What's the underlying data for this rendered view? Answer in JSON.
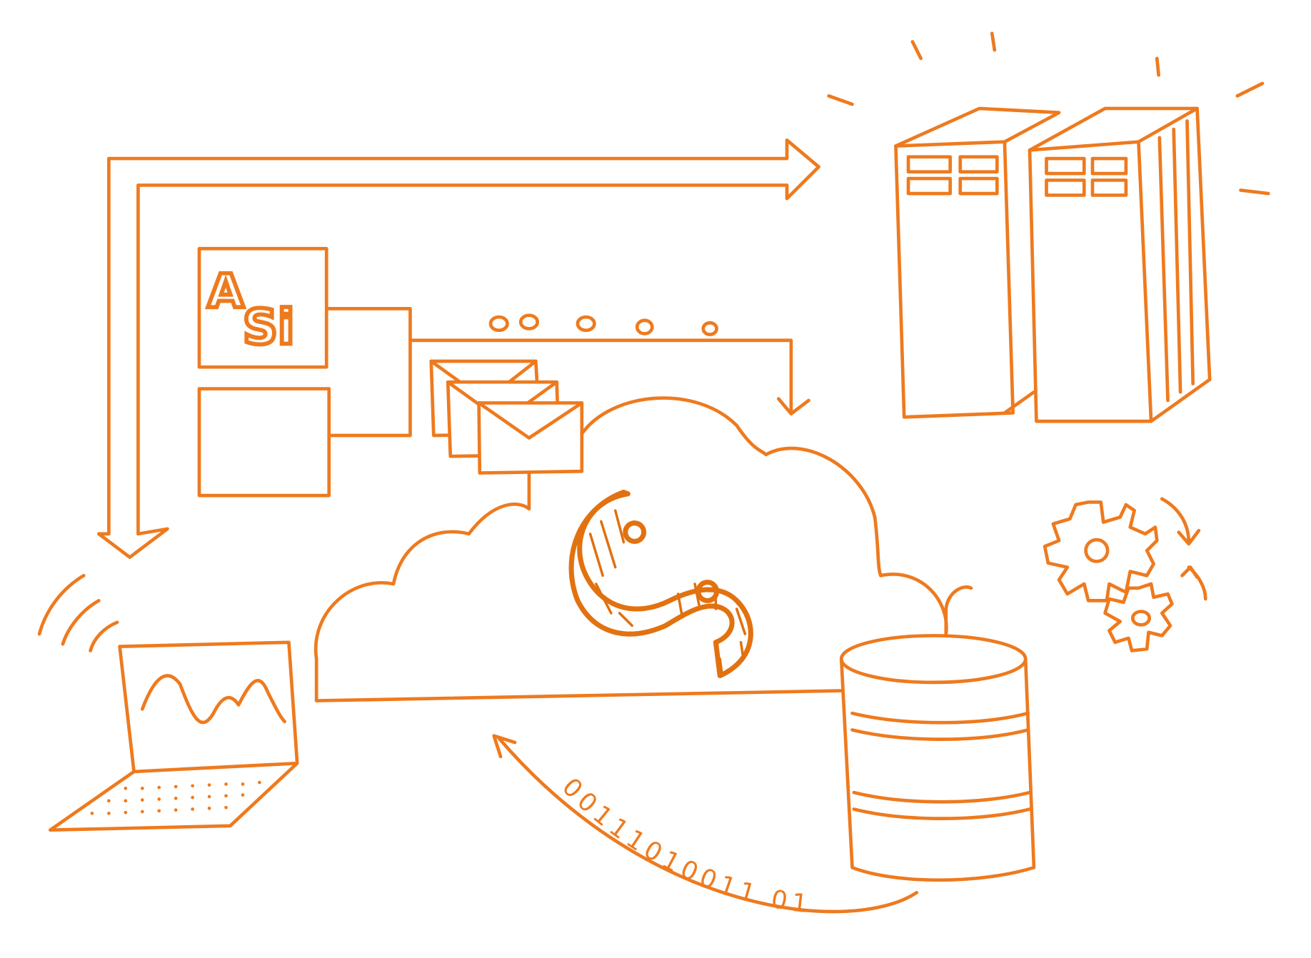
{
  "title": "Hand-drawn cloud integration sketch",
  "palette": {
    "ink": "#EE7A1E",
    "ink_dark": "#E2720F",
    "background": "#FFFFFF"
  },
  "app_logo": {
    "text_a": "A",
    "text_si": "Si"
  },
  "binary_stream": "00111010011 01",
  "binary_digits": [
    "0",
    "0",
    "1",
    "1",
    "1",
    "0",
    "1",
    "0",
    "0",
    "1",
    "1",
    "0",
    "1"
  ],
  "message_dots_count": 5,
  "envelopes_count": 3,
  "server_count": 2,
  "gear_count": 2,
  "database_bands": 2,
  "components": [
    {
      "id": "app-module",
      "label": "ASi application"
    },
    {
      "id": "cloud",
      "label": "Cloud with S logo"
    },
    {
      "id": "servers",
      "label": "Server racks"
    },
    {
      "id": "database",
      "label": "Database"
    },
    {
      "id": "laptop",
      "label": "Laptop with chart"
    },
    {
      "id": "gears",
      "label": "Processing gears"
    },
    {
      "id": "envelopes",
      "label": "Messages"
    }
  ]
}
